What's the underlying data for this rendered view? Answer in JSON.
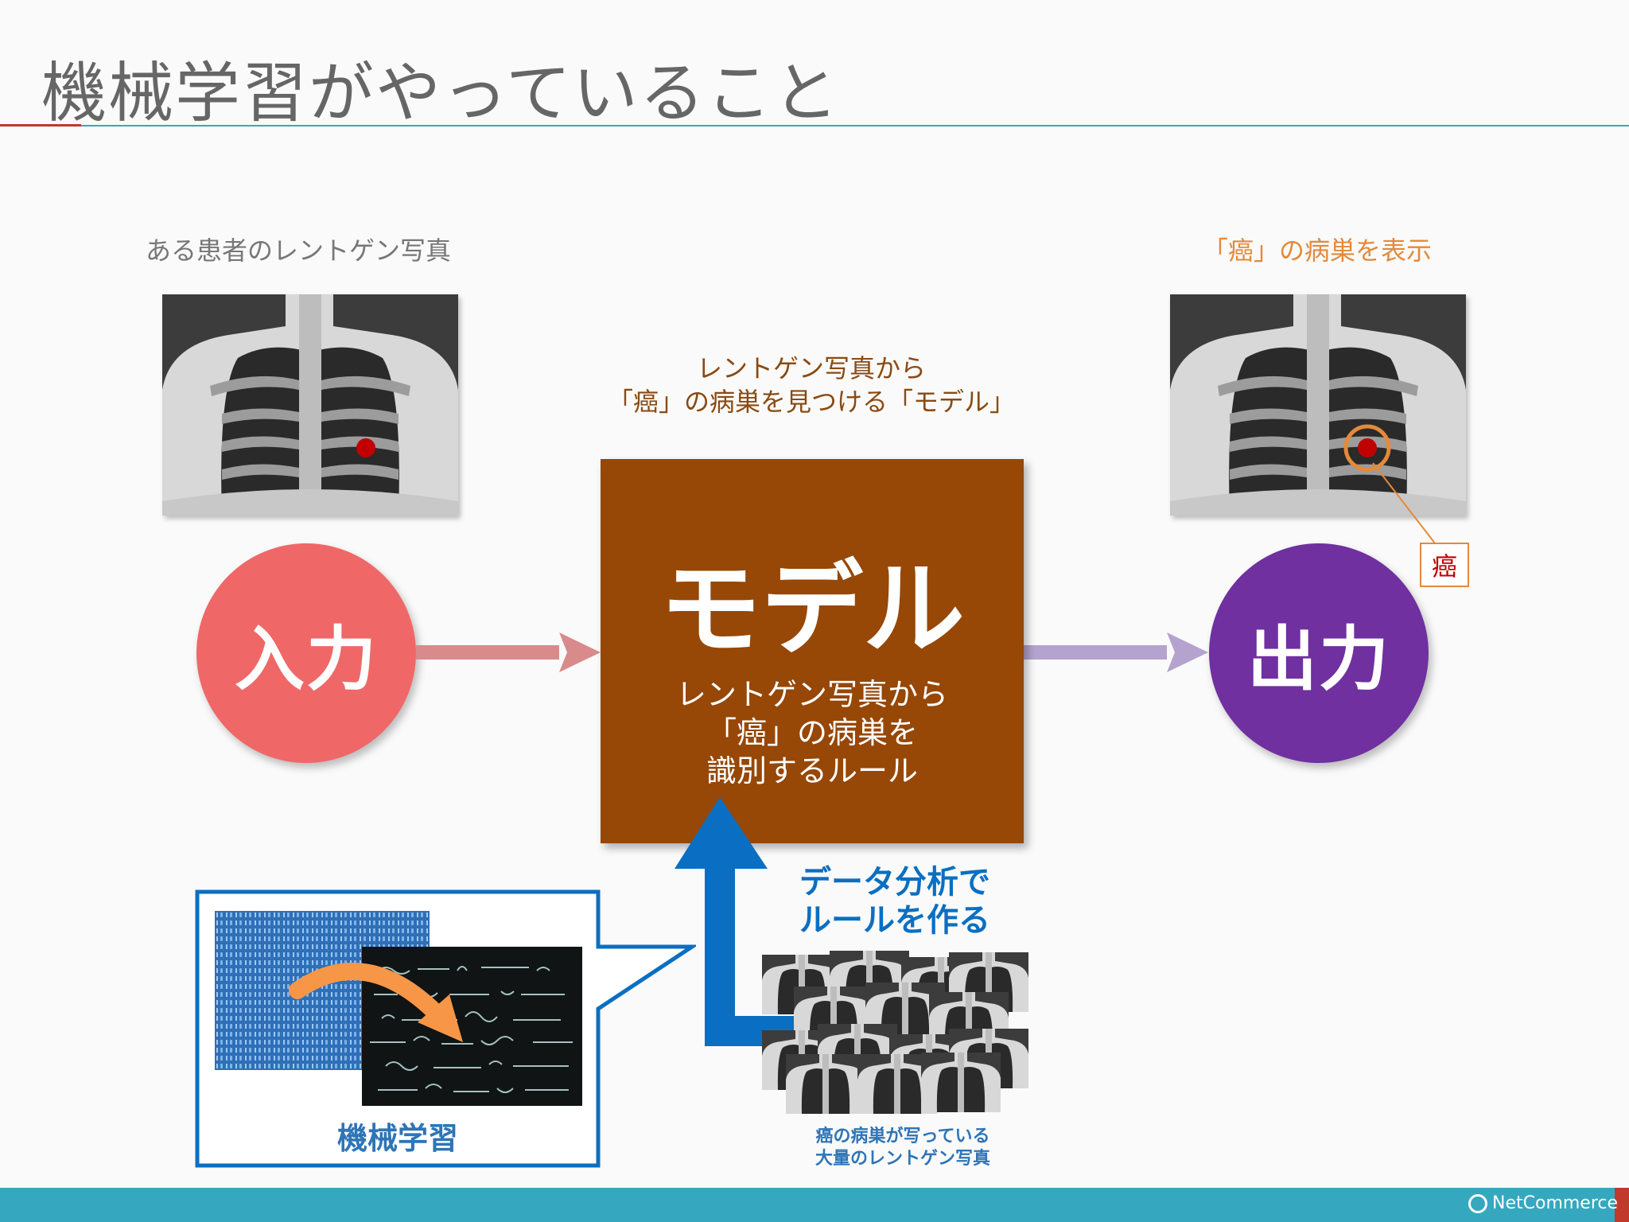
{
  "slide": {
    "title": "機械学習がやっていること"
  },
  "input": {
    "caption": "ある患者のレントゲン写真",
    "circle_label": "入力"
  },
  "model": {
    "caption_line1": "レントゲン写真から",
    "caption_line2": "「癌」の病巣を見つける「モデル」",
    "title": "モデル",
    "desc_line1": "レントゲン写真から",
    "desc_line2": "「癌」の病巣を",
    "desc_line3": "識別するルール"
  },
  "output": {
    "caption": "「癌」の病巣を表示",
    "circle_label": "出力",
    "tag": "癌"
  },
  "learning": {
    "callout_label": "機械学習",
    "blue_caption_line1": "データ分析で",
    "blue_caption_line2": "ルールを作る",
    "dataset_caption_line1": "癌の病巣が写っている",
    "dataset_caption_line2": "大量のレントゲン写真"
  },
  "footer": {
    "brand": "NetCommerce"
  },
  "colors": {
    "input": "#f06767",
    "output": "#7030a0",
    "model": "#974706",
    "accent_orange": "#e48a3a",
    "blue": "#0a6fc2",
    "footer": "#35a8bf",
    "tumor": "#c00000"
  }
}
